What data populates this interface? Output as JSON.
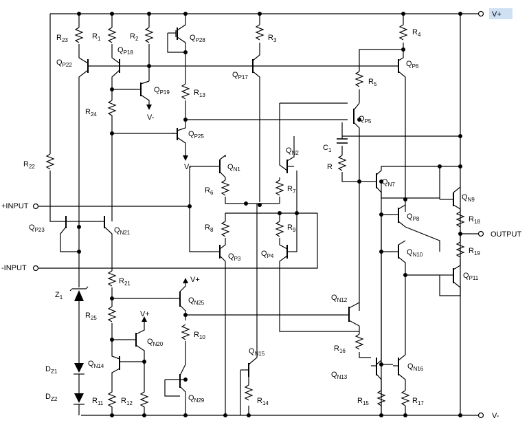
{
  "pins": {
    "vplus": "V+",
    "vminus": "V-",
    "input_plus": "+INPUT",
    "input_minus": "-INPUT",
    "output": "OUTPUT"
  },
  "colors": {
    "vplus_highlight": "#cfe0f5",
    "ink": "#000000"
  },
  "components": {
    "R23": [
      "R",
      "23"
    ],
    "R1": [
      "R",
      "1"
    ],
    "QP18": [
      "Q",
      "P18"
    ],
    "R2": [
      "R",
      "2"
    ],
    "QP28": [
      "Q",
      "P28"
    ],
    "R3": [
      "R",
      "3"
    ],
    "R4": [
      "R",
      "4"
    ],
    "QP22": [
      "Q",
      "P22"
    ],
    "QP17": [
      "Q",
      "P17"
    ],
    "QP6": [
      "Q",
      "P6"
    ],
    "R5": [
      "R",
      "5"
    ],
    "QP19": [
      "Q",
      "P19"
    ],
    "R13": [
      "R",
      "13"
    ],
    "R24": [
      "R",
      "24"
    ],
    "QP5": [
      "Q",
      "P5"
    ],
    "QP25": [
      "Q",
      "P25"
    ],
    "C1": [
      "C",
      "1"
    ],
    "R": [
      "R",
      ""
    ],
    "QN1": [
      "Q",
      "N1"
    ],
    "QN2": [
      "Q",
      "N2"
    ],
    "R22": [
      "R",
      "22"
    ],
    "R6": [
      "R",
      "6"
    ],
    "R7": [
      "R",
      "7"
    ],
    "QN7": [
      "Q",
      "N7"
    ],
    "QN9": [
      "Q",
      "N9"
    ],
    "QP8": [
      "Q",
      "P8"
    ],
    "R18": [
      "R",
      "18"
    ],
    "QP23": [
      "Q",
      "P23"
    ],
    "QN21": [
      "Q",
      "N21"
    ],
    "R8": [
      "R",
      "8"
    ],
    "R9": [
      "R",
      "9"
    ],
    "QN10": [
      "Q",
      "N10"
    ],
    "R19": [
      "R",
      "19"
    ],
    "QP3": [
      "Q",
      "P3"
    ],
    "QP4": [
      "Q",
      "P4"
    ],
    "QP11": [
      "Q",
      "P11"
    ],
    "R21": [
      "R",
      "21"
    ],
    "QN25": [
      "Q",
      "N25"
    ],
    "Z1": [
      "Z",
      "1"
    ],
    "QN12": [
      "Q",
      "N12"
    ],
    "R25": [
      "R",
      "25"
    ],
    "R10": [
      "R",
      "10"
    ],
    "QN20": [
      "Q",
      "N20"
    ],
    "R16": [
      "R",
      "16"
    ],
    "QN14": [
      "Q",
      "N14"
    ],
    "QN15": [
      "Q",
      "N15"
    ],
    "QN13": [
      "Q",
      "N13"
    ],
    "QN16": [
      "Q",
      "N16"
    ],
    "DZ1": [
      "D",
      "Z1"
    ],
    "QN29": [
      "Q",
      "N29"
    ],
    "DZ2": [
      "D",
      "Z2"
    ],
    "R11": [
      "R",
      "11"
    ],
    "R12": [
      "R",
      "12"
    ],
    "R14": [
      "R",
      "14"
    ],
    "R15": [
      "R",
      "15"
    ],
    "R17": [
      "R",
      "17"
    ]
  },
  "supply_labels": {
    "qp19_vminus": "V-",
    "qp25_vminus": "V-",
    "qn25_vplus": "V+",
    "qn20_vplus": "V+"
  }
}
